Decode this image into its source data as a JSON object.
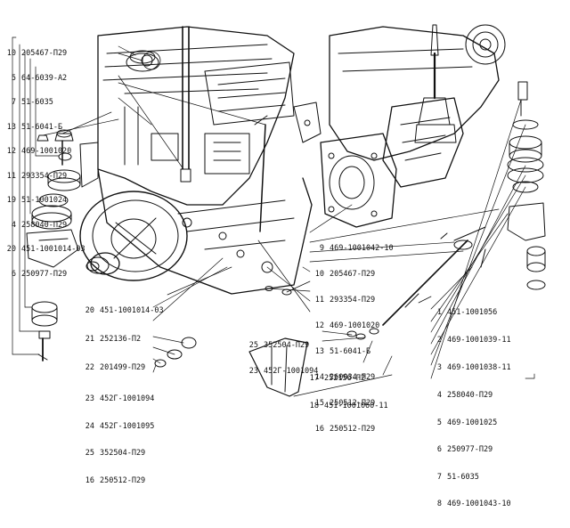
{
  "colors": {
    "ink": "#111111",
    "paper": "#ffffff"
  },
  "callouts": {
    "top_left": [
      {
        "num": "10",
        "code": "205467-П29"
      },
      {
        "num": "5",
        "code": "64-6039-А2"
      },
      {
        "num": "7",
        "code": "51-6035"
      },
      {
        "num": "13",
        "code": "51-6041-Б"
      },
      {
        "num": "12",
        "code": "469-1001020"
      },
      {
        "num": "11",
        "code": "293354-П29"
      },
      {
        "num": "19",
        "code": "51-1001024"
      },
      {
        "num": "4",
        "code": "258040-П29"
      },
      {
        "num": "20",
        "code": "451-1001014-03"
      },
      {
        "num": "6",
        "code": "250977-П29"
      }
    ],
    "center_right": [
      {
        "num": "9",
        "code": "469-1001042-10"
      },
      {
        "num": "10",
        "code": "205467-П29"
      },
      {
        "num": "11",
        "code": "293354-П29"
      },
      {
        "num": "12",
        "code": "469-1001020"
      },
      {
        "num": "13",
        "code": "51-6041-Б"
      },
      {
        "num": "14",
        "code": "260034-П29"
      },
      {
        "num": "15",
        "code": "250512-П29"
      },
      {
        "num": "16",
        "code": "250512-П29"
      }
    ],
    "bottom_left": [
      {
        "num": "20",
        "code": "451-1001014-03"
      },
      {
        "num": "21",
        "code": "252136-П2"
      },
      {
        "num": "22",
        "code": "201499-П29"
      },
      {
        "num": "23",
        "code": "452Г-1001094"
      },
      {
        "num": "24",
        "code": "452Г-1001095"
      },
      {
        "num": "25",
        "code": "352504-П29"
      },
      {
        "num": "16",
        "code": "250512-П29"
      }
    ],
    "bottom_middle": [
      {
        "num": "25",
        "code": "352504-П29"
      },
      {
        "num": "23",
        "code": "452Г-1001094"
      }
    ],
    "bottom_center": [
      {
        "num": "17",
        "code": "252156-П2"
      },
      {
        "num": "18",
        "code": "451-1001060-11"
      }
    ],
    "bottom_right": [
      {
        "num": "1",
        "code": "451-1001056"
      },
      {
        "num": "2",
        "code": "469-1001039-11"
      },
      {
        "num": "3",
        "code": "469-1001038-11"
      },
      {
        "num": "4",
        "code": "258040-П29"
      },
      {
        "num": "5",
        "code": "469-1001025"
      },
      {
        "num": "6",
        "code": "250977-П29"
      },
      {
        "num": "7",
        "code": "51-6035"
      },
      {
        "num": "8",
        "code": "469-1001043-10"
      }
    ]
  }
}
